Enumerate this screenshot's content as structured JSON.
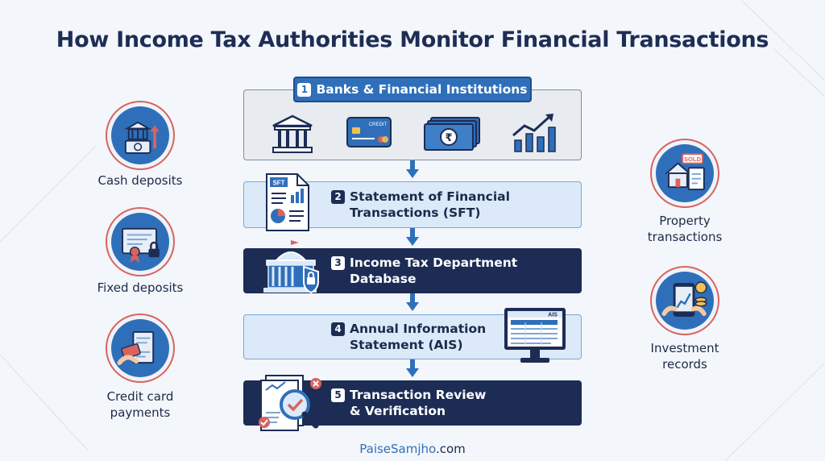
{
  "title": "How Income Tax Authorities Monitor Financial Transactions",
  "steps": [
    {
      "num": "1",
      "line1": "Banks & Financial Institutions"
    },
    {
      "num": "2",
      "line1": "Statement of Financial",
      "line2": "Transactions (SFT)"
    },
    {
      "num": "3",
      "line1": "Income Tax Department",
      "line2": "Database"
    },
    {
      "num": "4",
      "line1": "Annual Information",
      "line2": "Statement (AIS)"
    },
    {
      "num": "5",
      "line1": "Transaction Review",
      "line2": "& Verification"
    }
  ],
  "left_items": [
    {
      "line1": "Cash deposits",
      "line2": ""
    },
    {
      "line1": "Fixed deposits",
      "line2": ""
    },
    {
      "line1": "Credit card",
      "line2": "payments"
    }
  ],
  "right_items": [
    {
      "line1": "Property",
      "line2": "transactions"
    },
    {
      "line1": "Investment",
      "line2": "records"
    }
  ],
  "icon_text": {
    "credit": "CREDIT",
    "rupee": "₹",
    "sft": "SFT",
    "ais": "AIS",
    "sold": "SOLD"
  },
  "footer": {
    "brand": "PaiseSamjho",
    "domain": ".com"
  },
  "colors": {
    "navy": "#1c2c55",
    "blue": "#2f6fba",
    "light_blue": "#dbe9f8",
    "accent_red": "#d9635f"
  }
}
